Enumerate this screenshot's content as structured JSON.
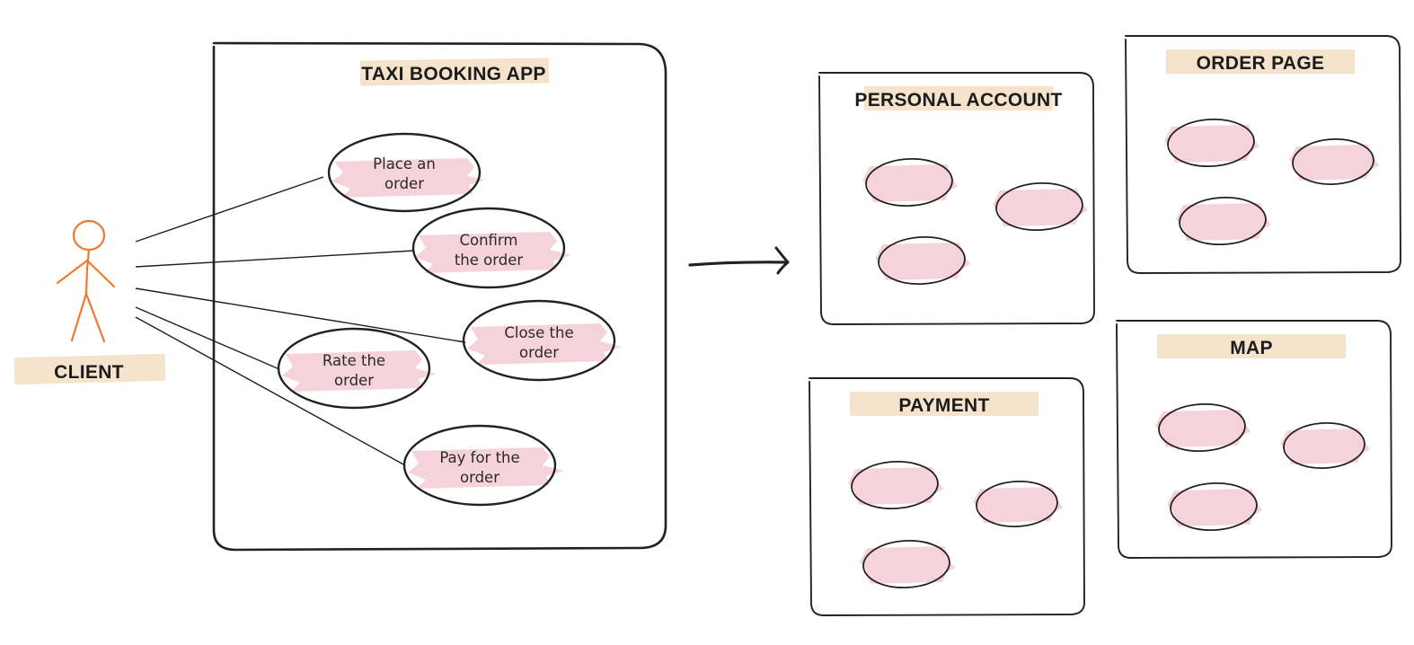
{
  "diagram": {
    "type": "use-case diagram",
    "colors": {
      "label_highlight": "#f5e3cc",
      "use_case_fill": "#f6d3da",
      "outline": "#222222",
      "actor": "#ee7b2c"
    },
    "actor": {
      "label": "CLIENT",
      "icon": "stick-figure-icon"
    },
    "system": {
      "title": "TAXI BOOKING APP",
      "use_cases": [
        {
          "id": "place",
          "line1": "Place an",
          "line2": "order"
        },
        {
          "id": "confirm",
          "line1": "Confirm",
          "line2": "the order"
        },
        {
          "id": "close",
          "line1": "Close the",
          "line2": "order"
        },
        {
          "id": "rate",
          "line1": "Rate the",
          "line2": "order"
        },
        {
          "id": "pay",
          "line1": "Pay for the",
          "line2": "order"
        }
      ]
    },
    "arrow": {
      "icon": "right-arrow-icon"
    },
    "modules": [
      {
        "id": "personal-account",
        "title": "PERSONAL ACCOUNT",
        "use_case_count": 3
      },
      {
        "id": "order-page",
        "title": "ORDER PAGE",
        "use_case_count": 3
      },
      {
        "id": "payment",
        "title": "PAYMENT",
        "use_case_count": 3
      },
      {
        "id": "map",
        "title": "MAP",
        "use_case_count": 3
      }
    ]
  }
}
